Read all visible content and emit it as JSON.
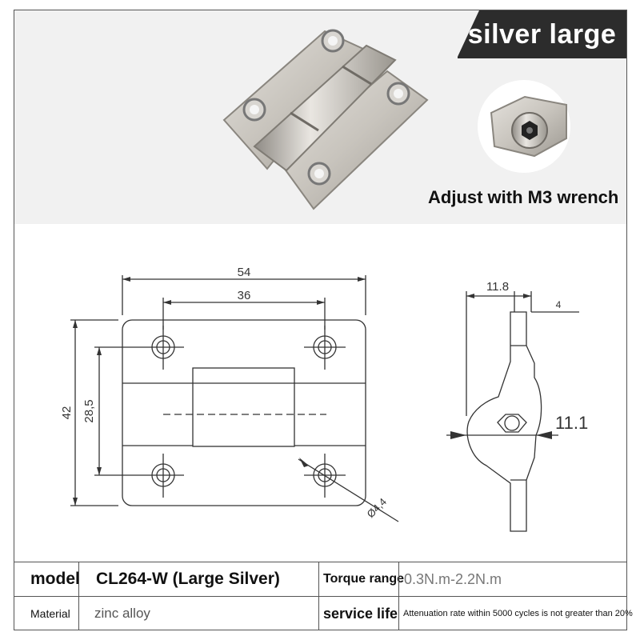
{
  "badge": {
    "label": "silver large"
  },
  "photo": {
    "caption": "Adjust with M3 wrench"
  },
  "drawing": {
    "dim_54": "54",
    "dim_36": "36",
    "dim_42": "42",
    "dim_28_5": "28,5",
    "dim_hole": "Ø4,4",
    "dim_11_8": "11.8",
    "dim_4": "4",
    "dim_11_1": "11.1"
  },
  "specs": {
    "model_label": "model",
    "model_value": "CL264-W (Large Silver)",
    "torque_label": "Torque range",
    "torque_value": "0.3N.m-2.2N.m",
    "material_label": "Material",
    "material_value": "zinc alloy",
    "service_label": "service life",
    "service_value": "Attenuation rate within 5000 cycles is not greater than 20%"
  },
  "colors": {
    "badge_bg": "#2c2c2c",
    "photo_bg": "#f1f1f1",
    "line": "#333333"
  }
}
